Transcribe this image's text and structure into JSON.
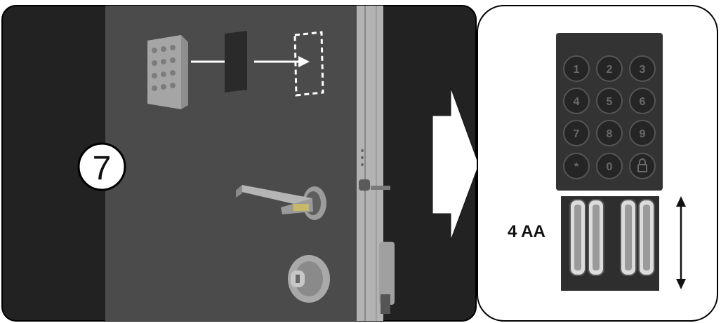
{
  "step": {
    "number": "7"
  },
  "keypad": {
    "keys": [
      "1",
      "2",
      "3",
      "4",
      "5",
      "6",
      "7",
      "8",
      "9",
      "*",
      "0",
      "🔒"
    ]
  },
  "battery": {
    "label": "4 AA"
  },
  "colors": {
    "background": "#222222",
    "door": "#4b4b4b",
    "frame": "#b8b8b8",
    "keypad_body": "#333333",
    "key": "#252525",
    "battery_tray": "#2e2e2e",
    "arrow": "#ffffff"
  },
  "icons": [
    "keypad-device-icon",
    "mounting-plate-icon",
    "mounting-outline-icon",
    "door-handle-icon",
    "door-lock-icon",
    "right-arrow-icon",
    "up-down-arrow-icon",
    "battery-icon"
  ]
}
